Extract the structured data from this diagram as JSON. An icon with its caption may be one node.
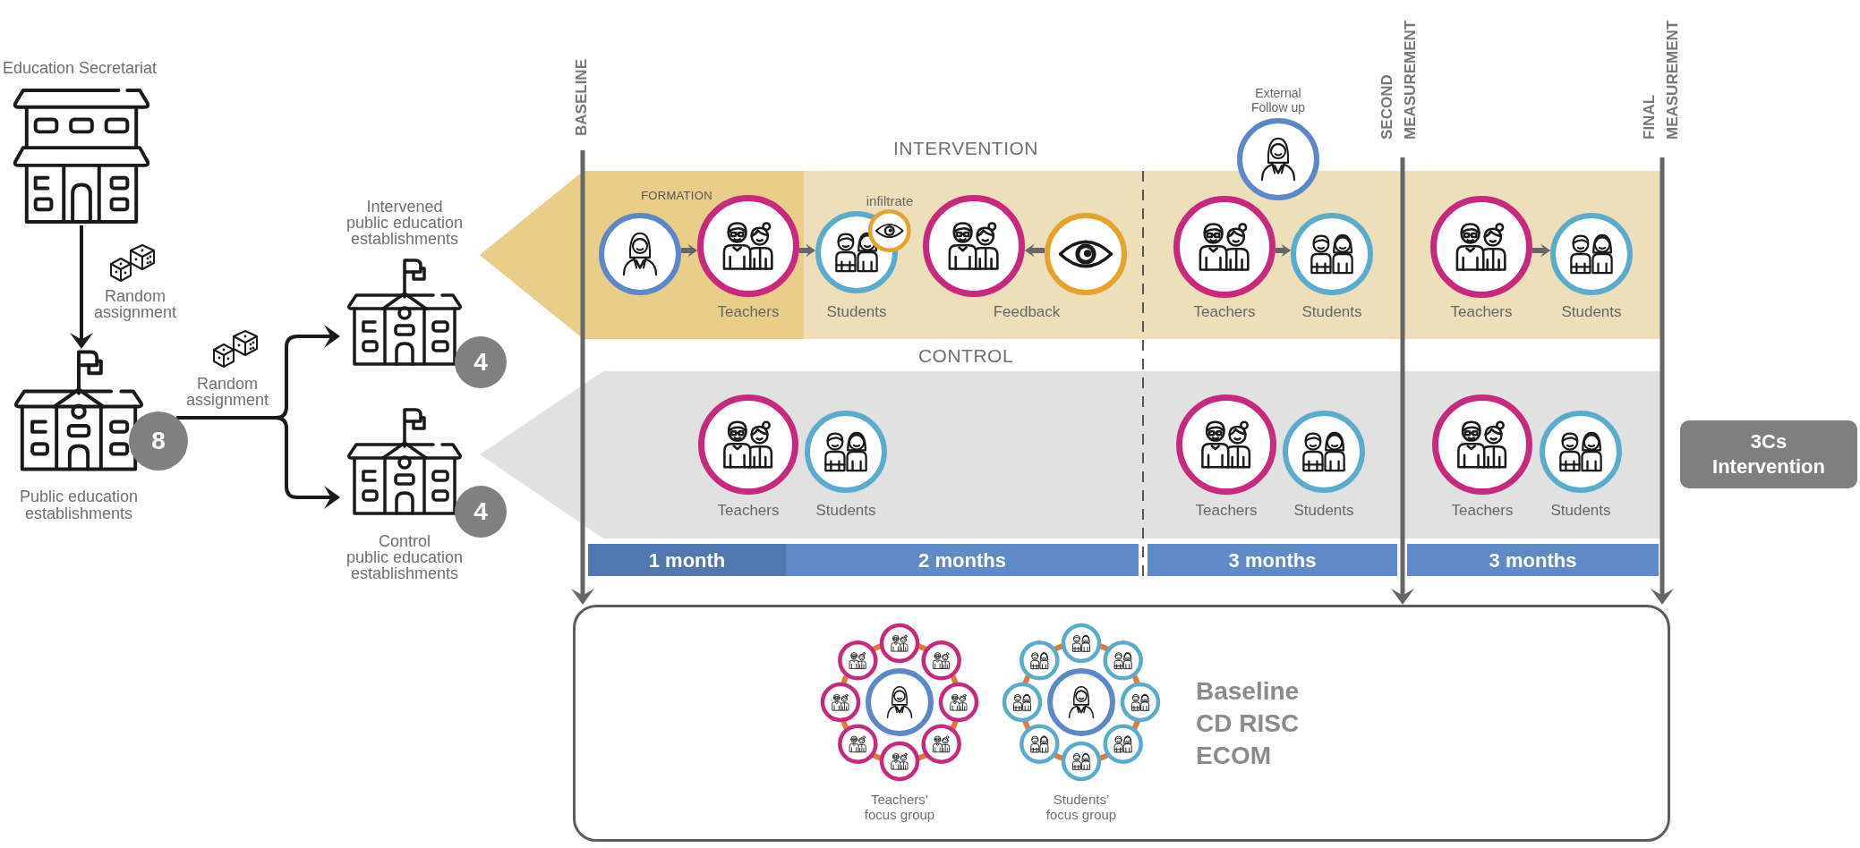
{
  "diagram": {
    "nodes": [
      {
        "text": [
          "Education Secretariat"
        ]
      },
      {
        "text": [
          "Public education establishments"
        ]
      },
      {
        "text": [
          "8"
        ]
      },
      {
        "text": [
          "Intervened public education establishments"
        ]
      },
      {
        "text": [
          "4"
        ]
      },
      {
        "text": [
          "Control public education establishments"
        ]
      },
      {
        "text": [
          "4"
        ]
      },
      {
        "text": [
          "BASELINE"
        ]
      },
      {
        "text": [
          "INTERVENTION"
        ]
      },
      {
        "text": [
          "FORMATION"
        ],
        "in": 8
      },
      {
        "text": [],
        "shape": "circle",
        "in": 9
      },
      {
        "text": [
          "Teachers"
        ],
        "in": 9
      },
      {
        "text": [
          "Students"
        ],
        "in": 8
      },
      {
        "text": [
          "infiltrate"
        ],
        "in": 8
      },
      {
        "text": [],
        "shape": "circle",
        "in": 8
      },
      {
        "text": [],
        "shape": "circle",
        "in": 8
      },
      {
        "text": [
          "External Follow up"
        ]
      },
      {
        "text": [
          "Teachers"
        ],
        "in": 8
      },
      {
        "text": [
          "Students"
        ],
        "in": 8
      },
      {
        "text": [
          "SECOND MEASUREMENT"
        ]
      },
      {
        "text": [
          "Teachers"
        ],
        "in": 8
      },
      {
        "text": [
          "Students"
        ],
        "in": 8
      },
      {
        "text": [
          "FINAL MEASUREMENT"
        ]
      },
      {
        "text": [
          "CONTROL"
        ]
      },
      {
        "text": [
          "Teachers"
        ],
        "in": 23
      },
      {
        "text": [
          "Students"
        ],
        "in": 23
      },
      {
        "text": [
          "Teachers"
        ],
        "in": 23
      },
      {
        "text": [
          "Students"
        ],
        "in": 23
      },
      {
        "text": [
          "Teachers"
        ],
        "in": 23
      },
      {
        "text": [
          "Students"
        ],
        "in": 23
      },
      {
        "text": [
          "3Cs Intervention"
        ]
      },
      {
        "text": [
          "1 month"
        ]
      },
      {
        "text": [
          "2 months"
        ]
      },
      {
        "text": [
          "3 months"
        ]
      },
      {
        "text": [
          "3 months"
        ]
      },
      {
        "text": [
          "Baseline",
          "CD RISC",
          "ECOM"
        ]
      },
      {
        "text": [
          "Teachers’ focus group"
        ],
        "in": 35
      },
      {
        "text": [
          "Students’ focus group"
        ],
        "in": 35
      }
    ],
    "edges": [
      {
        "from": 0,
        "to": 1,
        "arrow": "to",
        "label": "Random assignment",
        "color": "#1a1a1a"
      },
      {
        "from": 2,
        "to": 3,
        "arrow": "to",
        "label": "Random assignment",
        "color": "#1a1a1a"
      },
      {
        "from": 2,
        "to": 5,
        "arrow": "to",
        "color": "#1a1a1a"
      },
      {
        "from": 10,
        "to": 11,
        "arrow": "to"
      },
      {
        "from": 11,
        "to": 12,
        "arrow": "to"
      },
      {
        "from": 15,
        "to": 14,
        "arrow": "to"
      },
      {
        "from": 17,
        "to": 18,
        "arrow": "to"
      },
      {
        "from": 20,
        "to": 21,
        "arrow": "to"
      },
      {
        "from": 7,
        "to": 35,
        "arrow": "to"
      },
      {
        "from": 19,
        "to": 35,
        "arrow": "to"
      },
      {
        "from": 22,
        "to": 35,
        "arrow": "to"
      }
    ],
    "labels": [
      "Feedback"
    ]
  }
}
